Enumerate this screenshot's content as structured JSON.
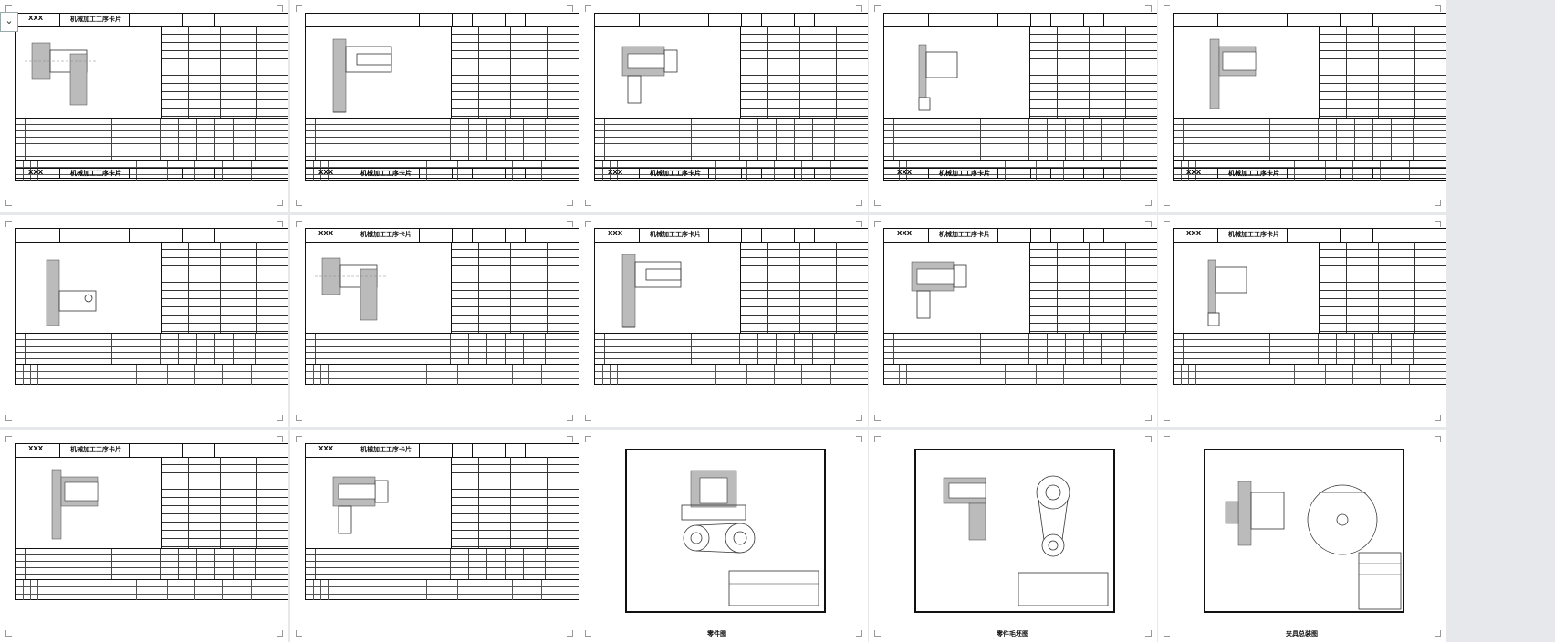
{
  "viewer": {
    "collapse_icon": "chevron-down-icon",
    "collapse_glyph": "⌄"
  },
  "card": {
    "company": "XXX",
    "title": "机械加工工序卡片"
  },
  "captions": {
    "drawing_part": "零件图",
    "drawing_blank": "零件毛坯图",
    "drawing_fixture": "夹具总装图"
  },
  "pages": [
    {
      "kind": "card",
      "company_shown": true,
      "footer": true,
      "part": "flange-shaft"
    },
    {
      "kind": "card",
      "company_shown": false,
      "footer": true,
      "part": "stepped-bore"
    },
    {
      "kind": "card",
      "company_shown": false,
      "footer": true,
      "part": "sleeve"
    },
    {
      "kind": "card",
      "company_shown": false,
      "footer": true,
      "part": "small-flange"
    },
    {
      "kind": "card",
      "company_shown": false,
      "footer": true,
      "part": "flange-bore"
    },
    {
      "kind": "card",
      "company_shown": false,
      "footer": false,
      "part": "hook"
    },
    {
      "kind": "card",
      "company_shown": true,
      "footer": false,
      "part": "flange-shaft"
    },
    {
      "kind": "card",
      "company_shown": true,
      "footer": false,
      "part": "stepped-bore"
    },
    {
      "kind": "card",
      "company_shown": true,
      "footer": false,
      "part": "sleeve"
    },
    {
      "kind": "card",
      "company_shown": true,
      "footer": false,
      "part": "small-flange"
    },
    {
      "kind": "card",
      "company_shown": true,
      "footer": false,
      "part": "flange-bore"
    },
    {
      "kind": "card",
      "company_shown": true,
      "footer": false,
      "part": "sleeve"
    },
    {
      "kind": "drawing",
      "caption": "drawing_part"
    },
    {
      "kind": "drawing",
      "caption": "drawing_blank"
    },
    {
      "kind": "drawing",
      "caption": "drawing_fixture"
    }
  ]
}
